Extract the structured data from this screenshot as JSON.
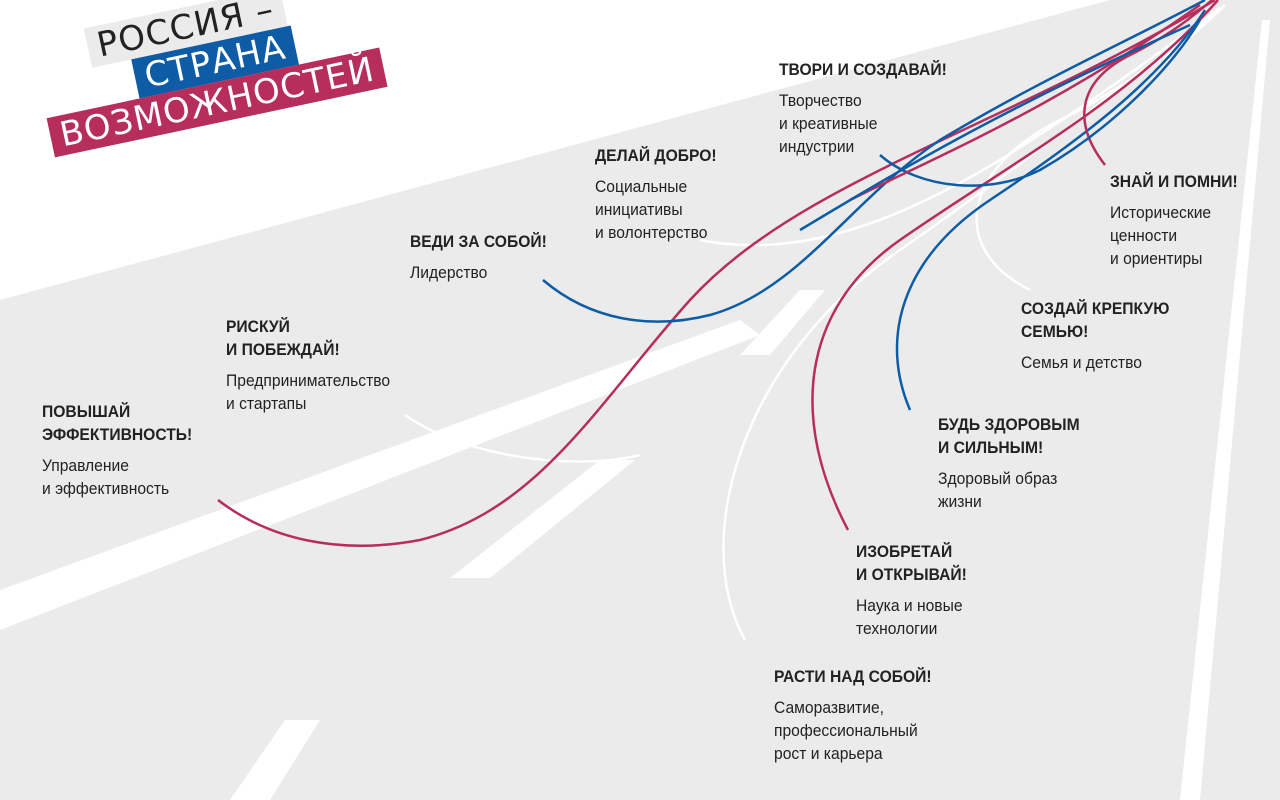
{
  "logo": {
    "line1": "РОССИЯ –",
    "line2": "СТРАНА",
    "line3": "ВОЗМОЖНОСТЕЙ"
  },
  "colors": {
    "red": "#b72e5c",
    "blue": "#0d5ca5",
    "road": "#ebebeb"
  },
  "items": [
    {
      "title": "ТВОРИ И СОЗДАВАЙ!",
      "desc": "Творчество\nи креативные\nиндустрии"
    },
    {
      "title": "ДЕЛАЙ ДОБРО!",
      "desc": "Социальные\nинициативы\nи волонтерство"
    },
    {
      "title": "ВЕДИ ЗА СОБОЙ!",
      "desc": "Лидерство"
    },
    {
      "title": "РИСКУЙ\nИ ПОБЕЖДАЙ!",
      "desc": "Предпринимательство\nи стартапы"
    },
    {
      "title": "ПОВЫШАЙ\nЭФФЕКТИВНОСТЬ!",
      "desc": "Управление\nи эффективность"
    },
    {
      "title": "ЗНАЙ И ПОМНИ!",
      "desc": "Исторические\nценности\nи ориентиры"
    },
    {
      "title": "СОЗДАЙ КРЕПКУЮ\nСЕМЬЮ!",
      "desc": "Семья и детство"
    },
    {
      "title": "БУДЬ ЗДОРОВЫМ\nИ СИЛЬНЫМ!",
      "desc": "Здоровый образ\nжизни"
    },
    {
      "title": "ИЗОБРЕТАЙ\nИ ОТКРЫВАЙ!",
      "desc": "Наука и новые\nтехнологии"
    },
    {
      "title": "РАСТИ НАД СОБОЙ!",
      "desc": "Саморазвитие,\nпрофессиональный\nрост и карьера"
    }
  ]
}
